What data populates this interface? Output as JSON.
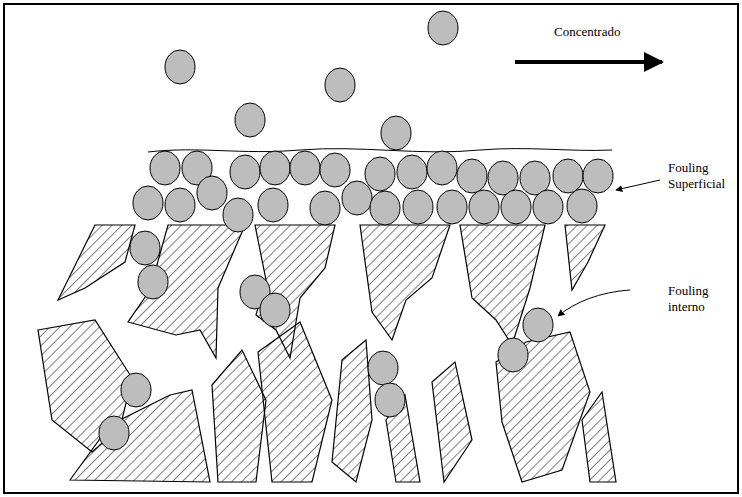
{
  "diagram": {
    "labels": [
      "Concentrado",
      "Fouling Superficial",
      "Fouling interno"
    ]
  }
}
